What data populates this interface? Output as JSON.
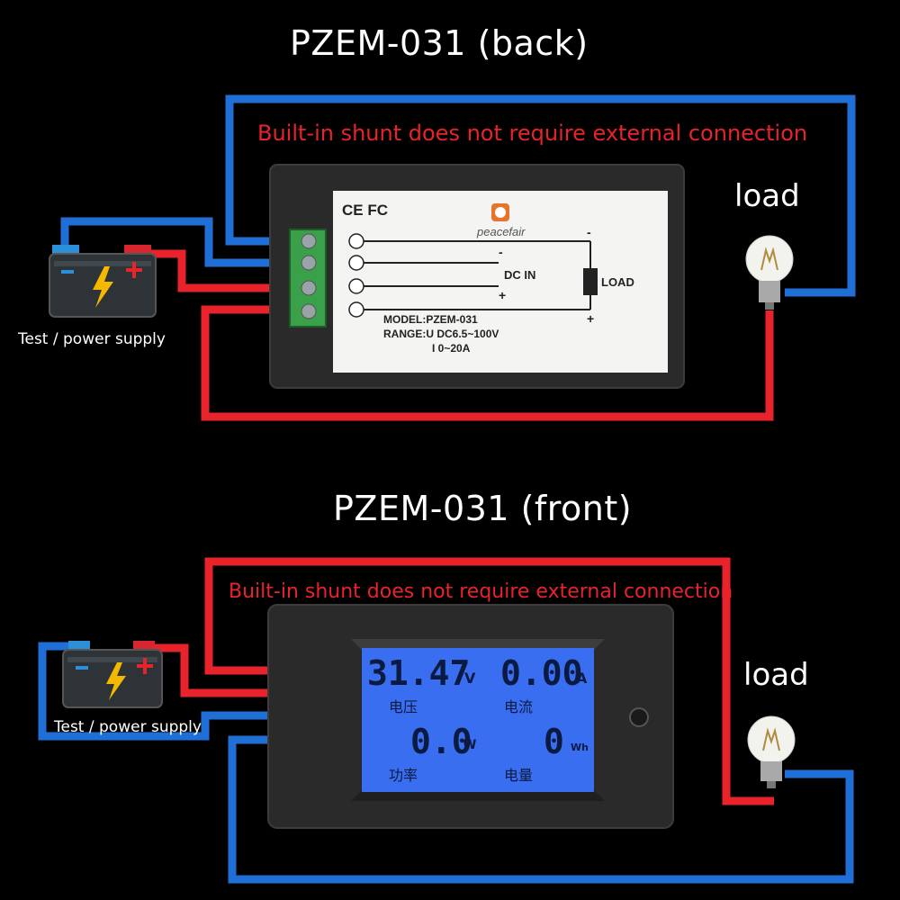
{
  "back": {
    "title": "PZEM-031 (back)",
    "note": "Built-in shunt does not require external connection",
    "load_label": "load",
    "psu_label": "Test / power supply",
    "label_card": {
      "cert_marks": "CE FC",
      "brand": "peacefair",
      "dc_in": "DC IN",
      "load": "LOAD",
      "minus": "-",
      "plus": "+",
      "model_line": "MODEL:PZEM-031",
      "range_line_u": "RANGE:U DC6.5~100V",
      "range_line_i": "I 0~20A"
    }
  },
  "front": {
    "title": "PZEM-031 (front)",
    "note": "Built-in shunt does not require external connection",
    "load_label": "load",
    "psu_label": "Test / power supply",
    "lcd": {
      "voltage_value": "31.47",
      "voltage_unit": "V",
      "voltage_label": "电压",
      "current_value": "0.00",
      "current_unit": "A",
      "current_label": "电流",
      "power_value": "0.0",
      "power_unit": "W",
      "power_label": "功率",
      "energy_value": "0",
      "energy_unit": "Wh",
      "energy_label": "电量"
    }
  },
  "colors": {
    "wire_red": "#e8232b",
    "wire_blue": "#1f6fd6",
    "lcd_bg": "#3a6ef0",
    "meter_body": "#2a2a2a"
  }
}
